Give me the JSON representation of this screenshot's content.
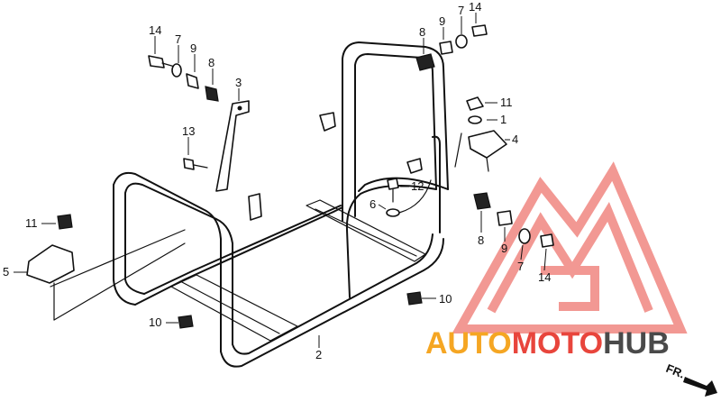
{
  "watermark": {
    "brand_part1": "AUTO",
    "brand_part2": "MOTO",
    "brand_part3": "HUB",
    "color_orange": "#f5a623",
    "color_red": "#e8453c",
    "color_dark": "#4a4a4a"
  },
  "direction_marker": {
    "label": "FR."
  },
  "callouts": {
    "c14_tl": "14",
    "c7_tl": "7",
    "c9_tl": "9",
    "c8_tl": "8",
    "c3": "3",
    "c13": "13",
    "c11_l": "11",
    "c5": "5",
    "c10_bl": "10",
    "c8_tr": "8",
    "c9_tr": "9",
    "c7_tr": "7",
    "c14_tr": "14",
    "c11_r": "11",
    "c1": "1",
    "c4": "4",
    "c12": "12",
    "c6": "6",
    "c8_r": "8",
    "c9_r": "9",
    "c7_r": "7",
    "c14_r": "14",
    "c10_r": "10",
    "c2": "2"
  }
}
